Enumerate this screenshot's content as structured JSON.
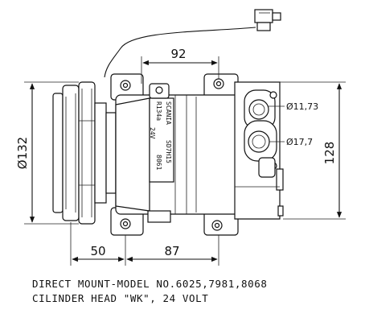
{
  "dimensions": {
    "top_width": "92",
    "pulley_diameter": "Ø132",
    "height": "128",
    "port_large": "Ø11,73",
    "port_small": "Ø17,7",
    "pulley_offset": "50",
    "mount_distance": "87"
  },
  "label_plate": {
    "brand": "SCANIA",
    "model": "SD7H15",
    "code": "8061",
    "refrigerant": "R134a",
    "voltage": "24V"
  },
  "caption": {
    "line1": "DIRECT MOUNT-MODEL NO.6025,7981,8068",
    "line2": "CILINDER HEAD \"WK\", 24 VOLT"
  }
}
